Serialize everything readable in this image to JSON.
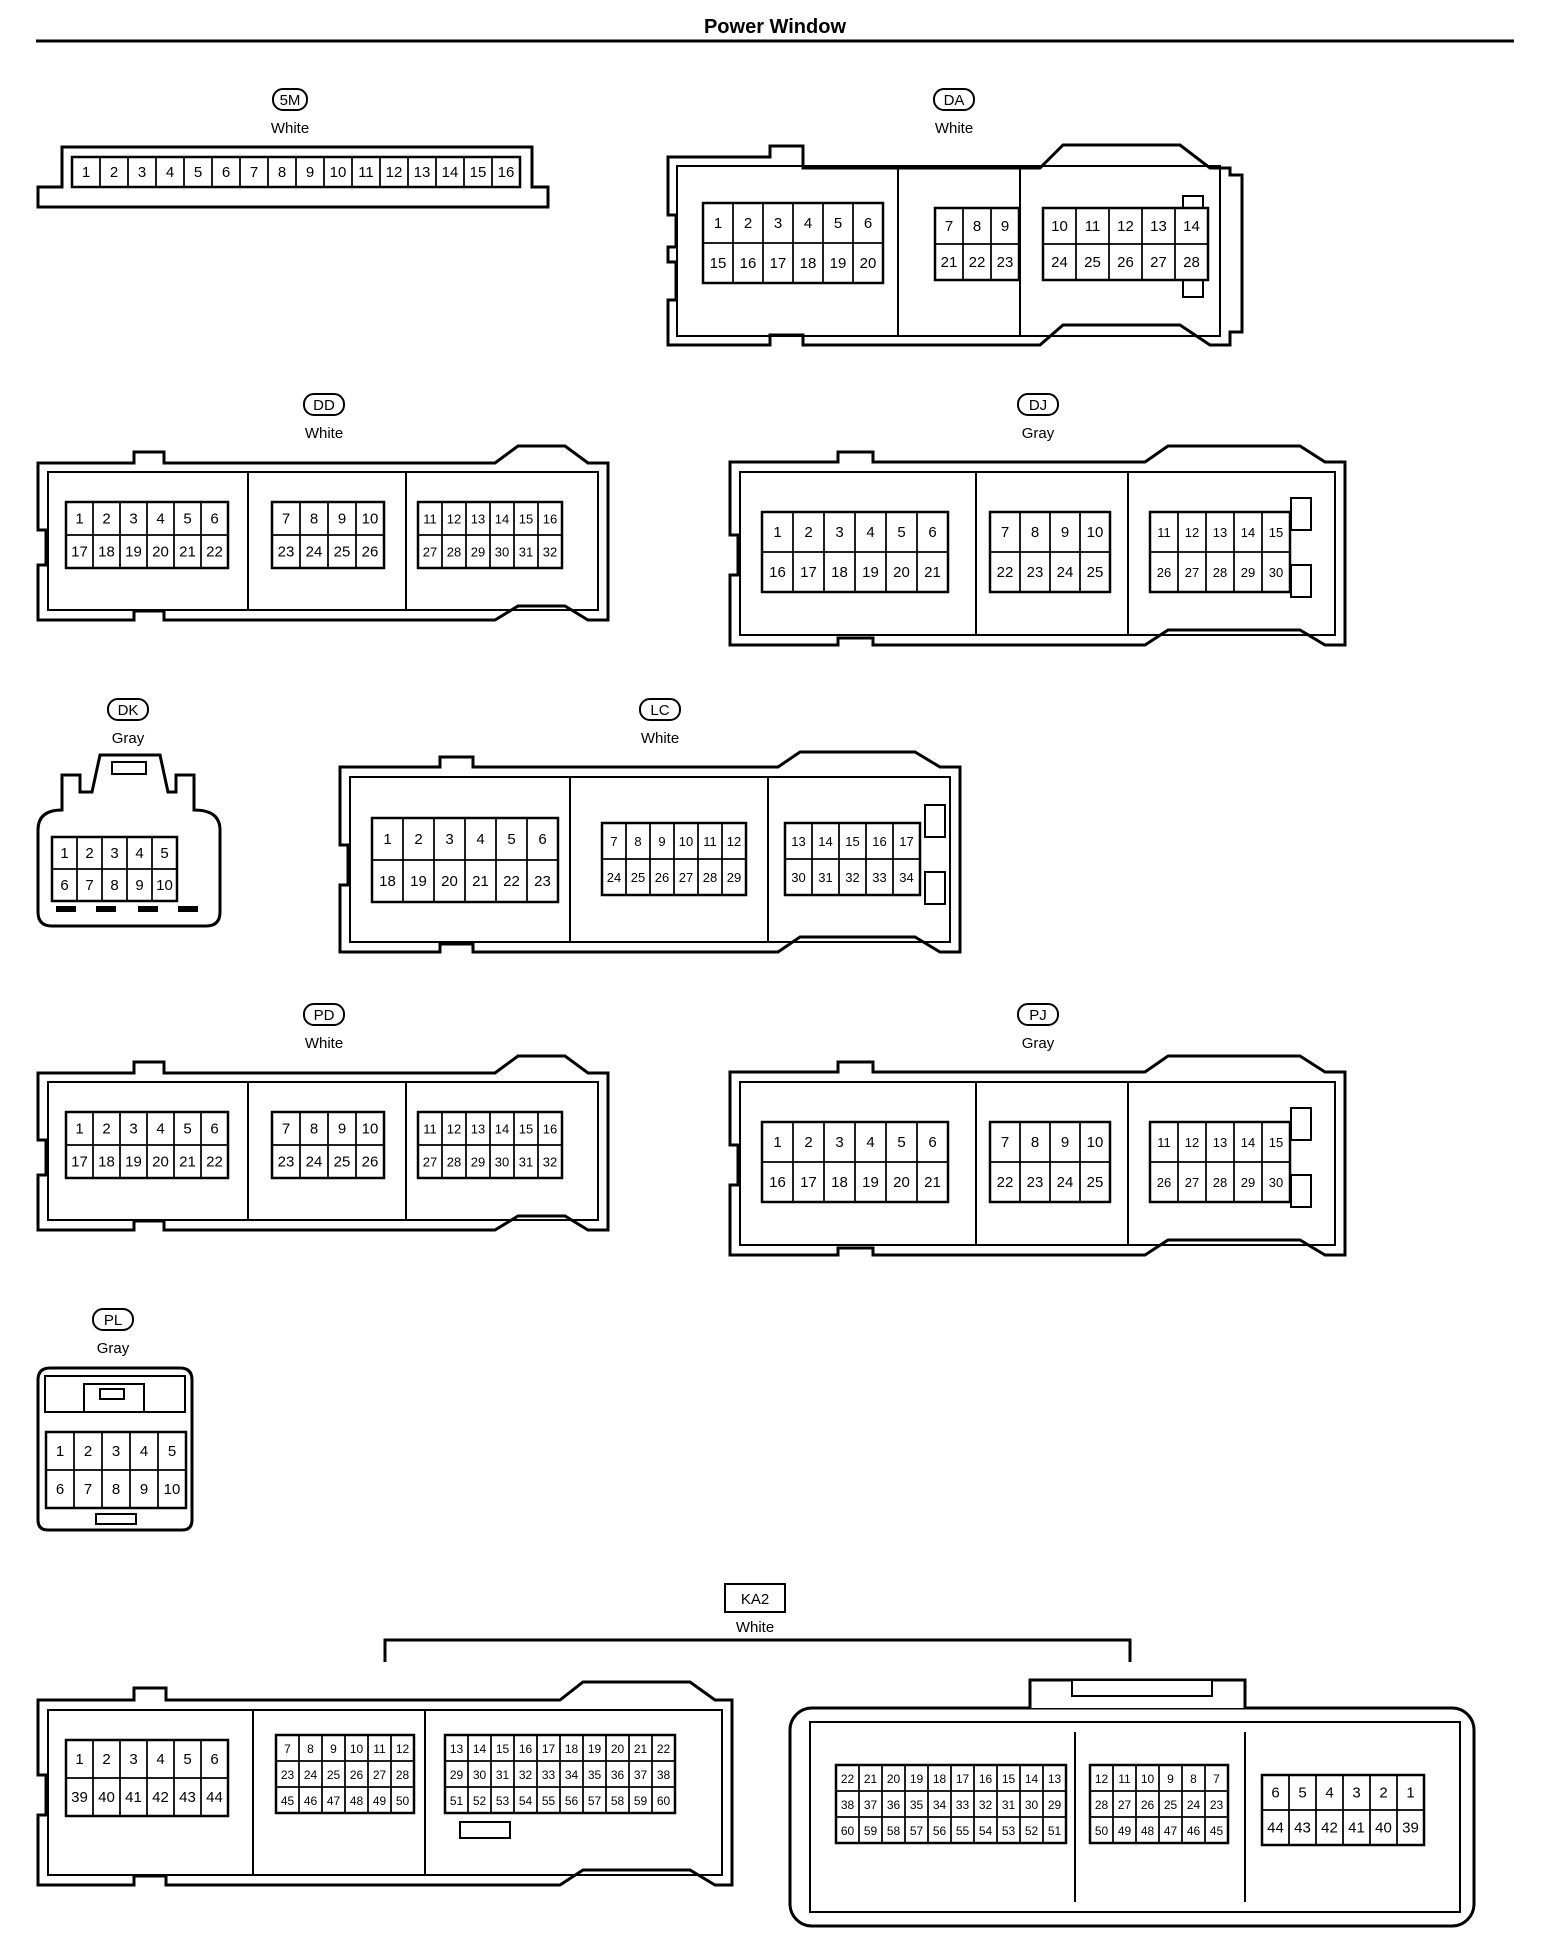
{
  "page": {
    "title": "Power Window"
  },
  "connectors": {
    "5M": {
      "id": "5M",
      "color": "White",
      "rows": [
        [
          "1",
          "2",
          "3",
          "4",
          "5",
          "6",
          "7",
          "8",
          "9",
          "10",
          "11",
          "12",
          "13",
          "14",
          "15",
          "16"
        ]
      ]
    },
    "DA": {
      "id": "DA",
      "color": "White",
      "groups": [
        [
          [
            "1",
            "2",
            "3",
            "4",
            "5",
            "6"
          ],
          [
            "15",
            "16",
            "17",
            "18",
            "19",
            "20"
          ]
        ],
        [
          [
            "7",
            "8",
            "9"
          ],
          [
            "21",
            "22",
            "23"
          ]
        ],
        [
          [
            "10",
            "11",
            "12",
            "13",
            "14"
          ],
          [
            "24",
            "25",
            "26",
            "27",
            "28"
          ]
        ]
      ]
    },
    "DD": {
      "id": "DD",
      "color": "White",
      "groups": [
        [
          [
            "1",
            "2",
            "3",
            "4",
            "5",
            "6"
          ],
          [
            "17",
            "18",
            "19",
            "20",
            "21",
            "22"
          ]
        ],
        [
          [
            "7",
            "8",
            "9",
            "10"
          ],
          [
            "23",
            "24",
            "25",
            "26"
          ]
        ],
        [
          [
            "11",
            "12",
            "13",
            "14",
            "15",
            "16"
          ],
          [
            "27",
            "28",
            "29",
            "30",
            "31",
            "32"
          ]
        ]
      ]
    },
    "DJ": {
      "id": "DJ",
      "color": "Gray",
      "groups": [
        [
          [
            "1",
            "2",
            "3",
            "4",
            "5",
            "6"
          ],
          [
            "16",
            "17",
            "18",
            "19",
            "20",
            "21"
          ]
        ],
        [
          [
            "7",
            "8",
            "9",
            "10"
          ],
          [
            "22",
            "23",
            "24",
            "25"
          ]
        ],
        [
          [
            "11",
            "12",
            "13",
            "14",
            "15"
          ],
          [
            "26",
            "27",
            "28",
            "29",
            "30"
          ]
        ]
      ]
    },
    "DK": {
      "id": "DK",
      "color": "Gray",
      "rows": [
        [
          "1",
          "2",
          "3",
          "4",
          "5"
        ],
        [
          "6",
          "7",
          "8",
          "9",
          "10"
        ]
      ]
    },
    "LC": {
      "id": "LC",
      "color": "White",
      "groups": [
        [
          [
            "1",
            "2",
            "3",
            "4",
            "5",
            "6"
          ],
          [
            "18",
            "19",
            "20",
            "21",
            "22",
            "23"
          ]
        ],
        [
          [
            "7",
            "8",
            "9",
            "10",
            "11",
            "12"
          ],
          [
            "24",
            "25",
            "26",
            "27",
            "28",
            "29"
          ]
        ],
        [
          [
            "13",
            "14",
            "15",
            "16",
            "17"
          ],
          [
            "30",
            "31",
            "32",
            "33",
            "34"
          ]
        ]
      ]
    },
    "PD": {
      "id": "PD",
      "color": "White",
      "groups": [
        [
          [
            "1",
            "2",
            "3",
            "4",
            "5",
            "6"
          ],
          [
            "17",
            "18",
            "19",
            "20",
            "21",
            "22"
          ]
        ],
        [
          [
            "7",
            "8",
            "9",
            "10"
          ],
          [
            "23",
            "24",
            "25",
            "26"
          ]
        ],
        [
          [
            "11",
            "12",
            "13",
            "14",
            "15",
            "16"
          ],
          [
            "27",
            "28",
            "29",
            "30",
            "31",
            "32"
          ]
        ]
      ]
    },
    "PJ": {
      "id": "PJ",
      "color": "Gray",
      "groups": [
        [
          [
            "1",
            "2",
            "3",
            "4",
            "5",
            "6"
          ],
          [
            "16",
            "17",
            "18",
            "19",
            "20",
            "21"
          ]
        ],
        [
          [
            "7",
            "8",
            "9",
            "10"
          ],
          [
            "22",
            "23",
            "24",
            "25"
          ]
        ],
        [
          [
            "11",
            "12",
            "13",
            "14",
            "15"
          ],
          [
            "26",
            "27",
            "28",
            "29",
            "30"
          ]
        ]
      ]
    },
    "PL": {
      "id": "PL",
      "color": "Gray",
      "rows": [
        [
          "1",
          "2",
          "3",
          "4",
          "5"
        ],
        [
          "6",
          "7",
          "8",
          "9",
          "10"
        ]
      ]
    },
    "KA2": {
      "id": "KA2",
      "color": "White",
      "left_groups": [
        [
          [
            "1",
            "2",
            "3",
            "4",
            "5",
            "6"
          ],
          [
            "39",
            "40",
            "41",
            "42",
            "43",
            "44"
          ]
        ],
        [
          [
            "7",
            "8",
            "9",
            "10",
            "11",
            "12"
          ],
          [
            "23",
            "24",
            "25",
            "26",
            "27",
            "28"
          ],
          [
            "45",
            "46",
            "47",
            "48",
            "49",
            "50"
          ]
        ],
        [
          [
            "13",
            "14",
            "15",
            "16",
            "17",
            "18",
            "19",
            "20",
            "21",
            "22"
          ],
          [
            "29",
            "30",
            "31",
            "32",
            "33",
            "34",
            "35",
            "36",
            "37",
            "38"
          ],
          [
            "51",
            "52",
            "53",
            "54",
            "55",
            "56",
            "57",
            "58",
            "59",
            "60"
          ]
        ]
      ],
      "right_groups": [
        [
          [
            "22",
            "21",
            "20",
            "19",
            "18",
            "17",
            "16",
            "15",
            "14",
            "13"
          ],
          [
            "38",
            "37",
            "36",
            "35",
            "34",
            "33",
            "32",
            "31",
            "30",
            "29"
          ],
          [
            "60",
            "59",
            "58",
            "57",
            "56",
            "55",
            "54",
            "53",
            "52",
            "51"
          ]
        ],
        [
          [
            "12",
            "11",
            "10",
            "9",
            "8",
            "7"
          ],
          [
            "28",
            "27",
            "26",
            "25",
            "24",
            "23"
          ],
          [
            "50",
            "49",
            "48",
            "47",
            "46",
            "45"
          ]
        ],
        [
          [
            "6",
            "5",
            "4",
            "3",
            "2",
            "1"
          ],
          [
            "44",
            "43",
            "42",
            "41",
            "40",
            "39"
          ]
        ]
      ]
    }
  }
}
